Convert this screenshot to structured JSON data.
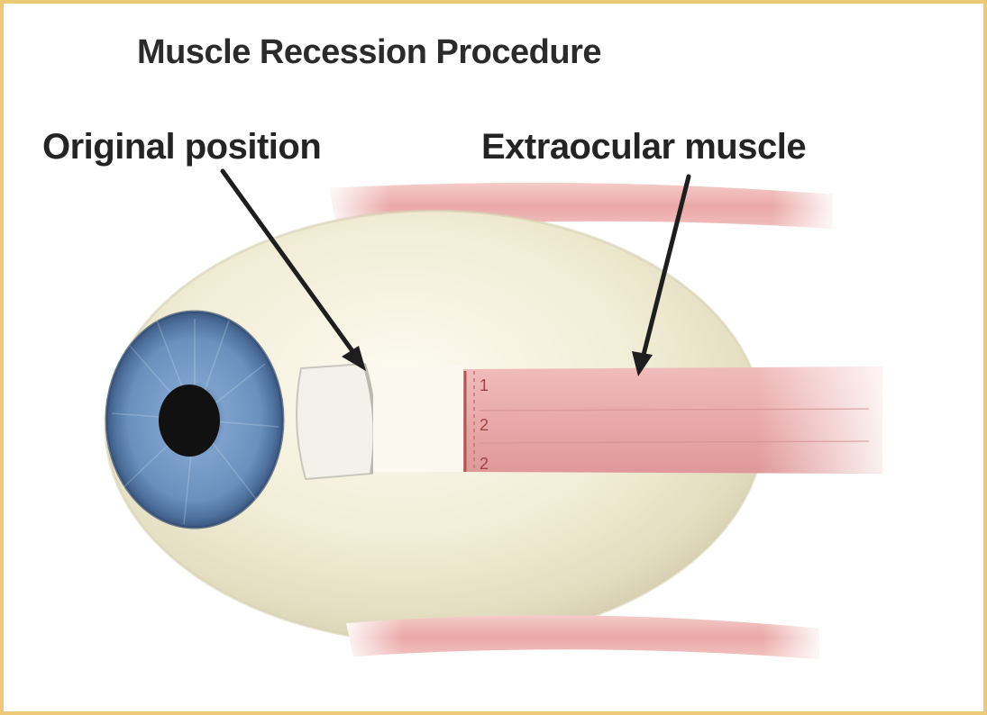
{
  "diagram": {
    "title": "Muscle Recession Procedure",
    "labels": {
      "original_position": "Original position",
      "extraocular_muscle": "Extraocular muscle"
    },
    "suture_marks": [
      "1",
      "2",
      "2"
    ]
  },
  "colors": {
    "frame_border": "#edc877",
    "background": "#ffffff",
    "sclera": "#efe9cf",
    "iris": "#6f95c2",
    "pupil": "#121212",
    "muscle": "#e8a6a7",
    "arrow": "#1e1e1e"
  }
}
